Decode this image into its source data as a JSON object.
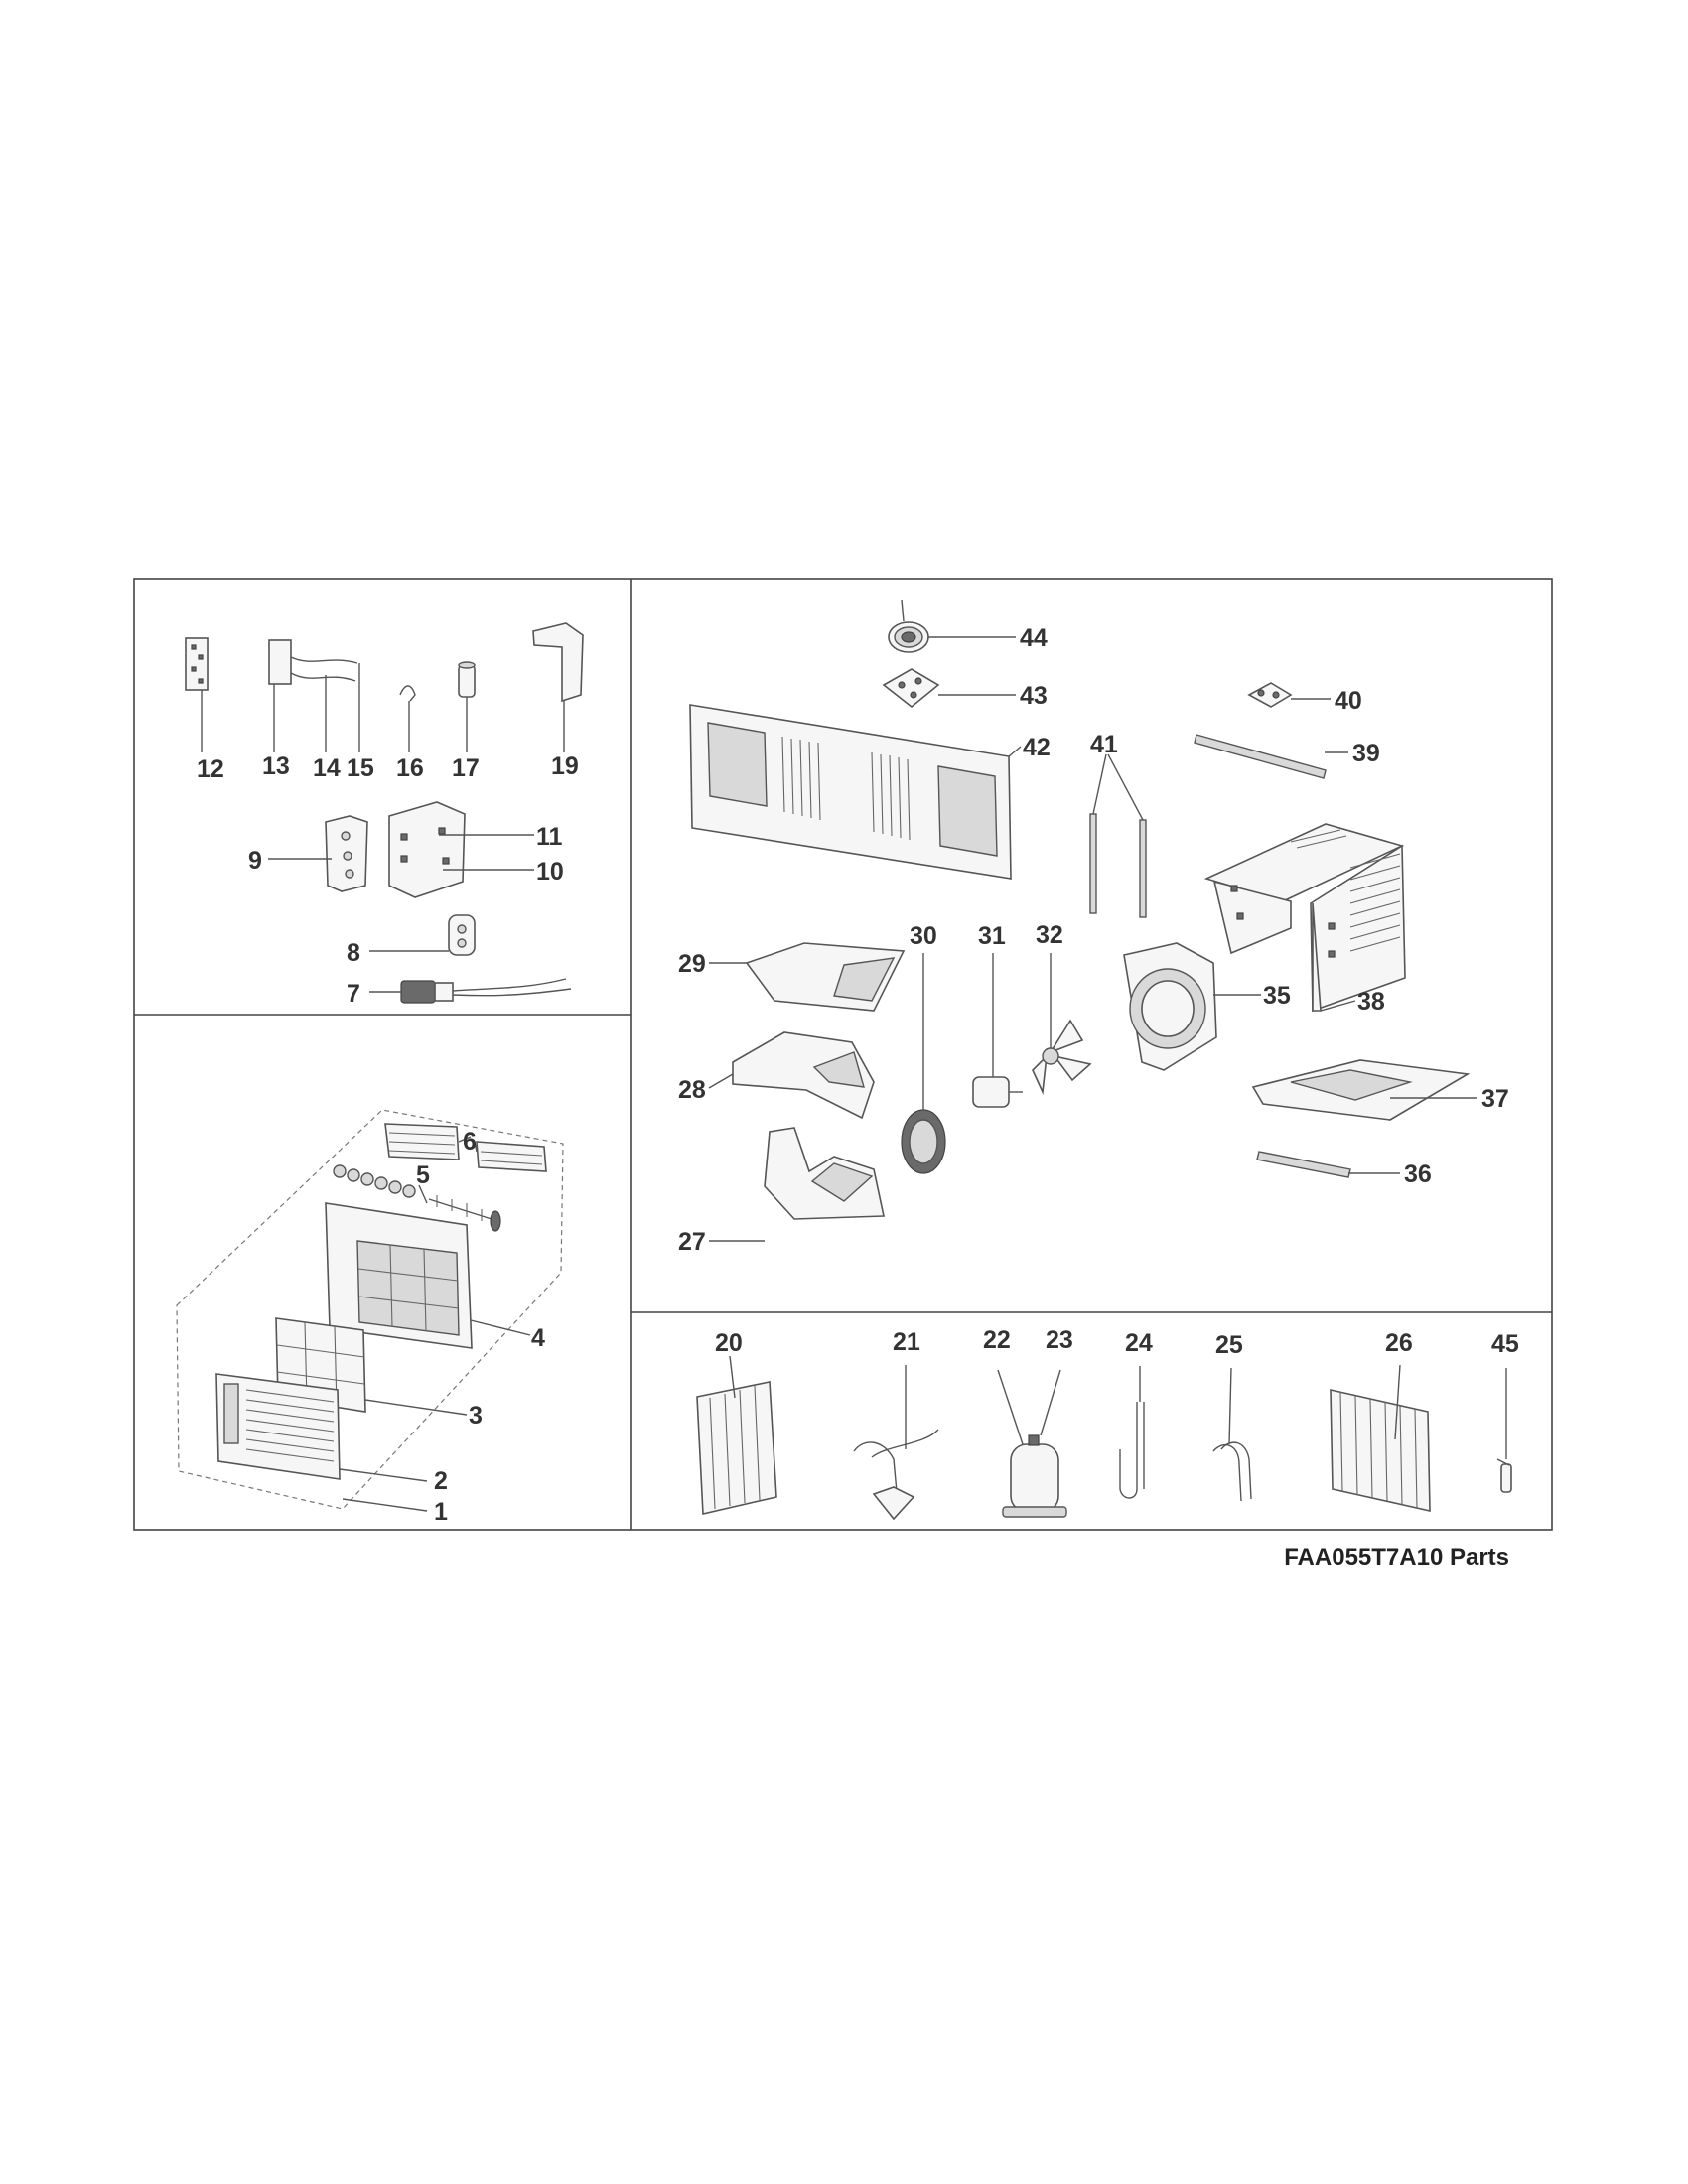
{
  "caption": "FAA055T7A10 Parts",
  "callouts": [
    "1",
    "2",
    "3",
    "4",
    "5",
    "6",
    "7",
    "8",
    "9",
    "10",
    "11",
    "12",
    "13",
    "14",
    "15",
    "16",
    "17",
    "19",
    "20",
    "21",
    "22",
    "23",
    "24",
    "25",
    "26",
    "27",
    "28",
    "29",
    "30",
    "31",
    "32",
    "35",
    "36",
    "37",
    "38",
    "39",
    "40",
    "41",
    "42",
    "43",
    "44",
    "45"
  ]
}
